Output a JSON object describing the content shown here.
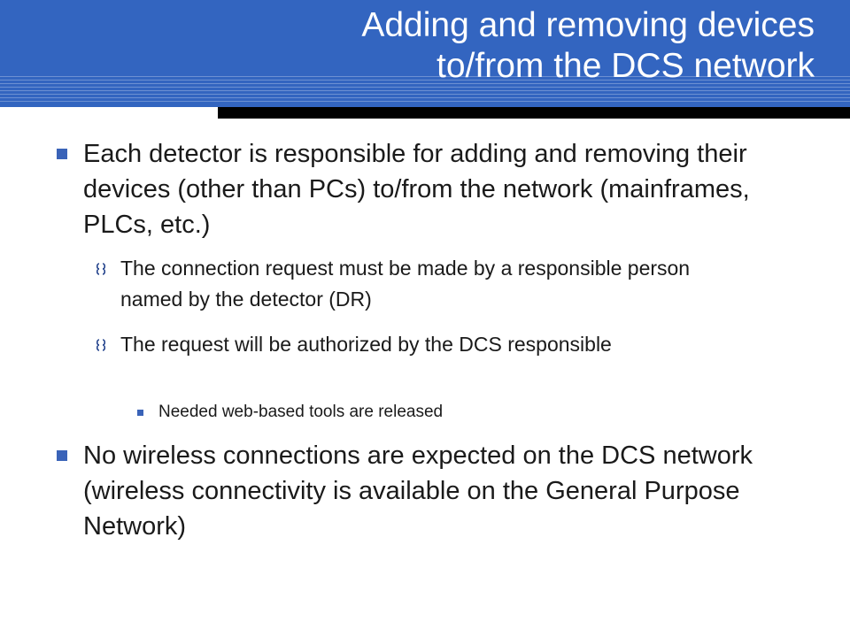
{
  "slide": {
    "title_line1": "Adding and removing devices",
    "title_line2": "to/from the DCS network"
  },
  "bullets": [
    {
      "level": 1,
      "text": "Each detector is responsible for adding and removing their devices (other than PCs) to/from the network (mainframes, PLCs, etc.)"
    },
    {
      "level": 2,
      "text": "The connection request must be made by a responsible person named by the detector (DR)"
    },
    {
      "level": 2,
      "text": "The request will be authorized by the DCS responsible"
    },
    {
      "level": 3,
      "text": "Needed web-based tools are released"
    },
    {
      "level": 1,
      "text": "No wireless connections are expected on the DCS network (wireless connectivity is available on the General Purpose Network)"
    }
  ],
  "colors": {
    "header": "#3365c0",
    "bullet_marker": "#3a63b8",
    "text": "#1a1a1a"
  }
}
